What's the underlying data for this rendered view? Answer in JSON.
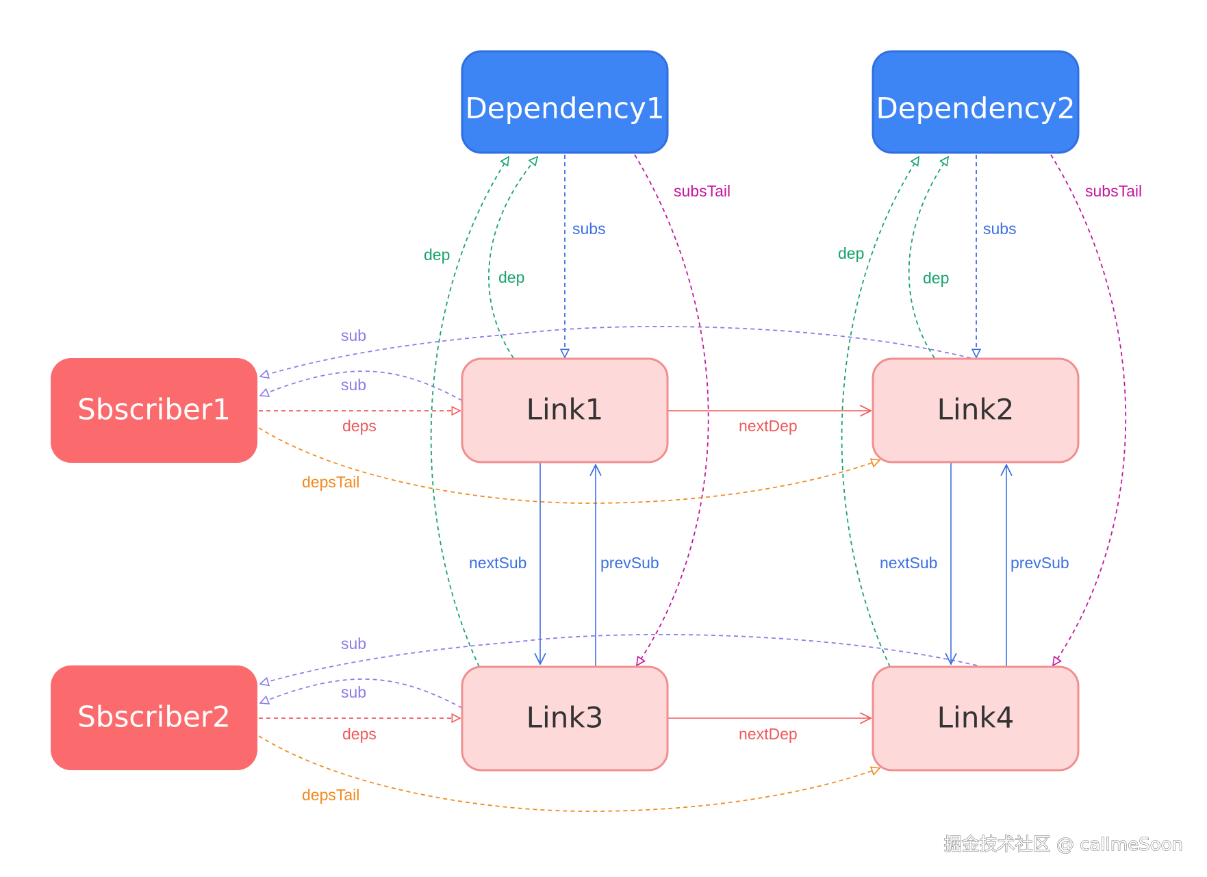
{
  "nodes": {
    "dependency1": "Dependency1",
    "dependency2": "Dependency2",
    "subscriber1": "Sbscriber1",
    "subscriber2": "Sbscriber2",
    "link1": "Link1",
    "link2": "Link2",
    "link3": "Link3",
    "link4": "Link4"
  },
  "edge_labels": {
    "subs_tail": "subsTail",
    "subs": "subs",
    "dep": "dep",
    "sub": "sub",
    "deps": "deps",
    "deps_tail": "depsTail",
    "next_dep": "nextDep",
    "next_sub": "nextSub",
    "prev_sub": "prevSub"
  },
  "watermark": "掘金技术社区 @ callmeSoon",
  "colors": {
    "dependency_fill": "#3d84f5",
    "dependency_stroke": "#2f6fe0",
    "subscriber_fill": "#fb6b6d",
    "link_fill": "#fed9d9",
    "link_stroke": "#f18e8f",
    "subs": "#3b6fe3",
    "subs_tail": "#c4169c",
    "dep": "#18a36a",
    "sub": "#8b7de8",
    "deps": "#ef5a5a",
    "deps_tail": "#f08a1e",
    "next_dep": "#ef5a5a",
    "next_sub": "#3b6fe3"
  }
}
